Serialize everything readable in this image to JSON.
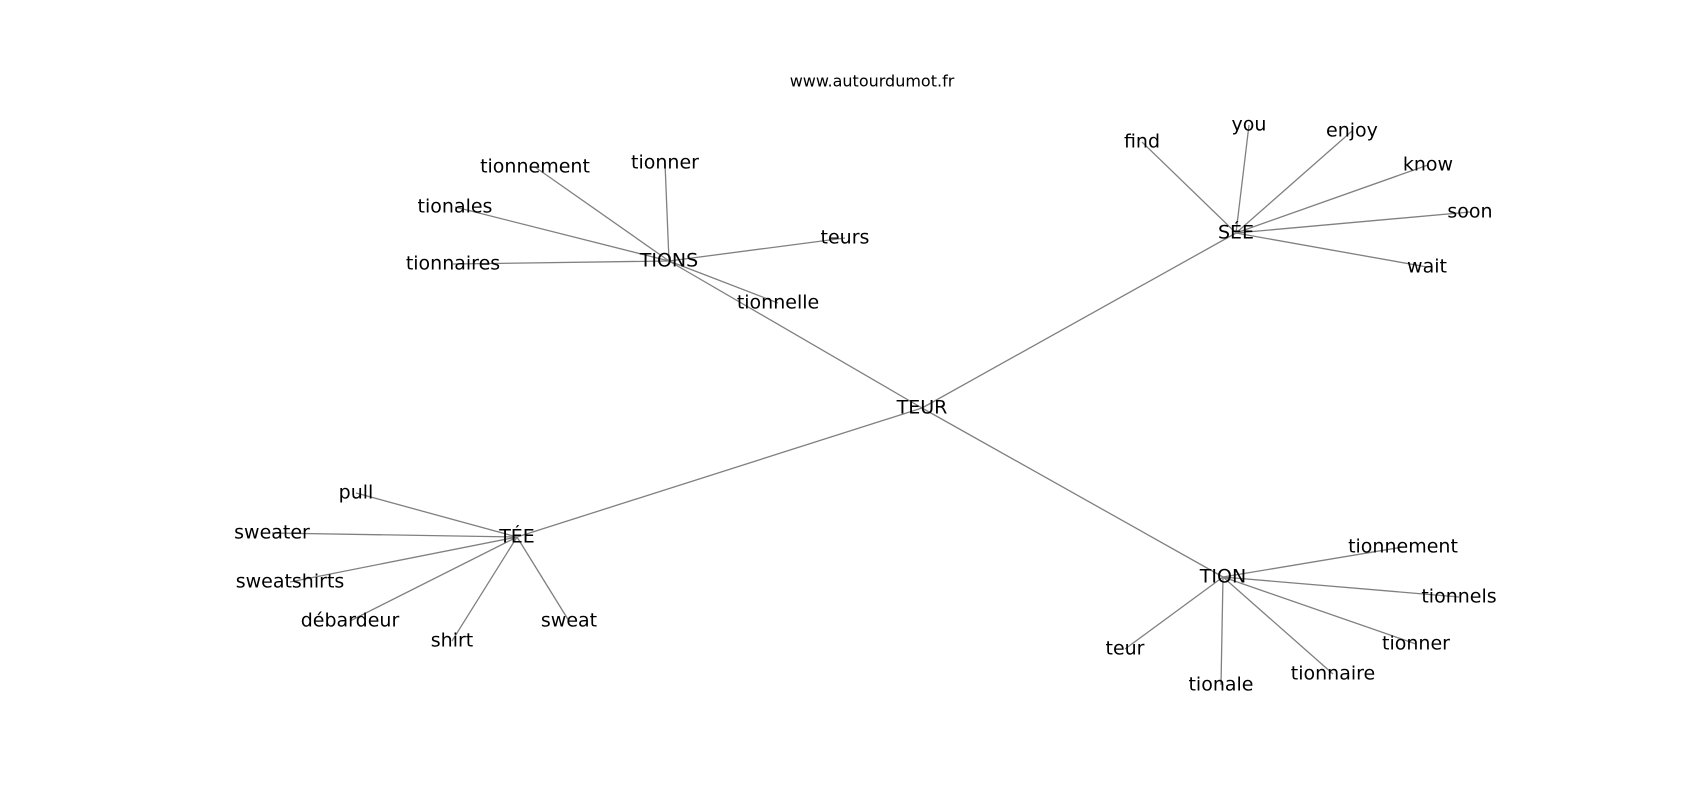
{
  "header": {
    "site": "www.autourdumot.fr"
  },
  "graph": {
    "edge_color": "#808080",
    "text_color": "#000000",
    "root": {
      "id": "teur-root",
      "label": "TEUR"
    },
    "clusters": [
      {
        "id": "tions",
        "label": "TIONS",
        "leaves": [
          "tionnement",
          "tionner",
          "tionales",
          "teurs",
          "tionnaires",
          "tionnelle"
        ]
      },
      {
        "id": "see",
        "label": "SÉE",
        "leaves": [
          "find",
          "you",
          "enjoy",
          "know",
          "soon",
          "wait"
        ]
      },
      {
        "id": "tee",
        "label": "TÉE",
        "leaves": [
          "pull",
          "sweater",
          "sweatshirts",
          "débardeur",
          "shirt",
          "sweat"
        ]
      },
      {
        "id": "tion",
        "label": "TION",
        "leaves": [
          "tionnement",
          "tionnels",
          "tionner",
          "tionnaire",
          "tionale",
          "teur"
        ]
      }
    ]
  }
}
